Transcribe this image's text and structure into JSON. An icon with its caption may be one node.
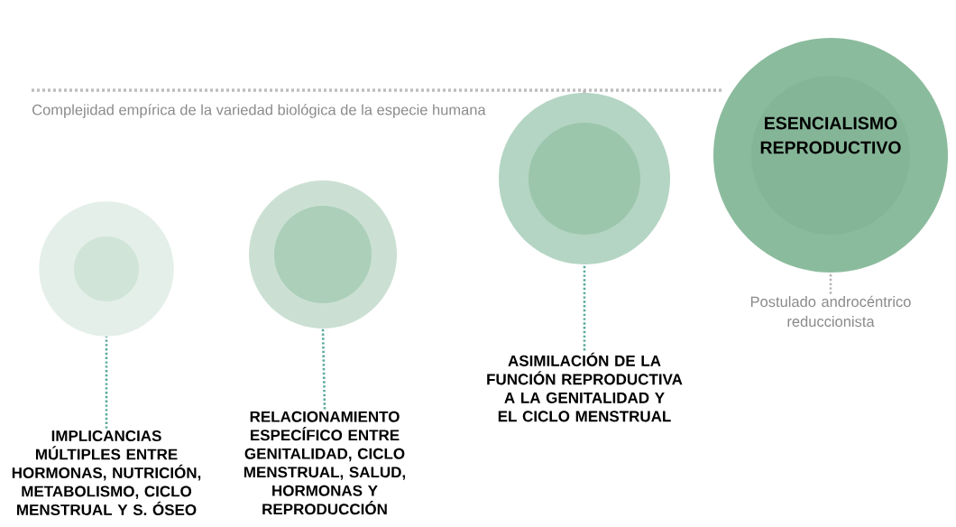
{
  "diagram": {
    "nodes": [
      {
        "text": [],
        "shape": "circle"
      },
      {
        "text": [
          "IMPLICANCIAS MÚLTIPLES ENTRE HORMONAS, NUTRICIÓN, METABOLISMO, CICLO MENSTRUAL Y S. ÓSEO"
        ]
      },
      {
        "text": [],
        "shape": "circle"
      },
      {
        "text": [
          "RELACIONAMIENTO ESPECÍFICO ENTRE GENITALIDAD, CICLO MENSTRUAL, SALUD, HORMONAS Y REPRODUCCIÓN"
        ]
      },
      {
        "text": [],
        "shape": "circle"
      },
      {
        "text": [
          "ASIMILACIÓN DE LA FUNCIÓN REPRODUCTIVA A LA GENITALIDAD Y EL CICLO MENSTRUAL"
        ]
      },
      {
        "text": [
          "ESENCIALISMO REPRODUCTIVO"
        ]
      },
      {
        "text": [
          "Postulado androcéntrico reduccionista"
        ]
      }
    ],
    "edges": [
      {
        "from": 1,
        "to": 0,
        "arrow": "none",
        "style": "dashed"
      },
      {
        "from": 3,
        "to": 2,
        "arrow": "none",
        "style": "dashed"
      },
      {
        "from": 5,
        "to": 4,
        "arrow": "none",
        "style": "dashed"
      },
      {
        "from": 7,
        "to": 6,
        "arrow": "none",
        "style": "dashed",
        "color": "#b5b5b5"
      }
    ],
    "labels": [
      "Complejidad empírica de la variedad biológica de la especie humana"
    ]
  }
}
